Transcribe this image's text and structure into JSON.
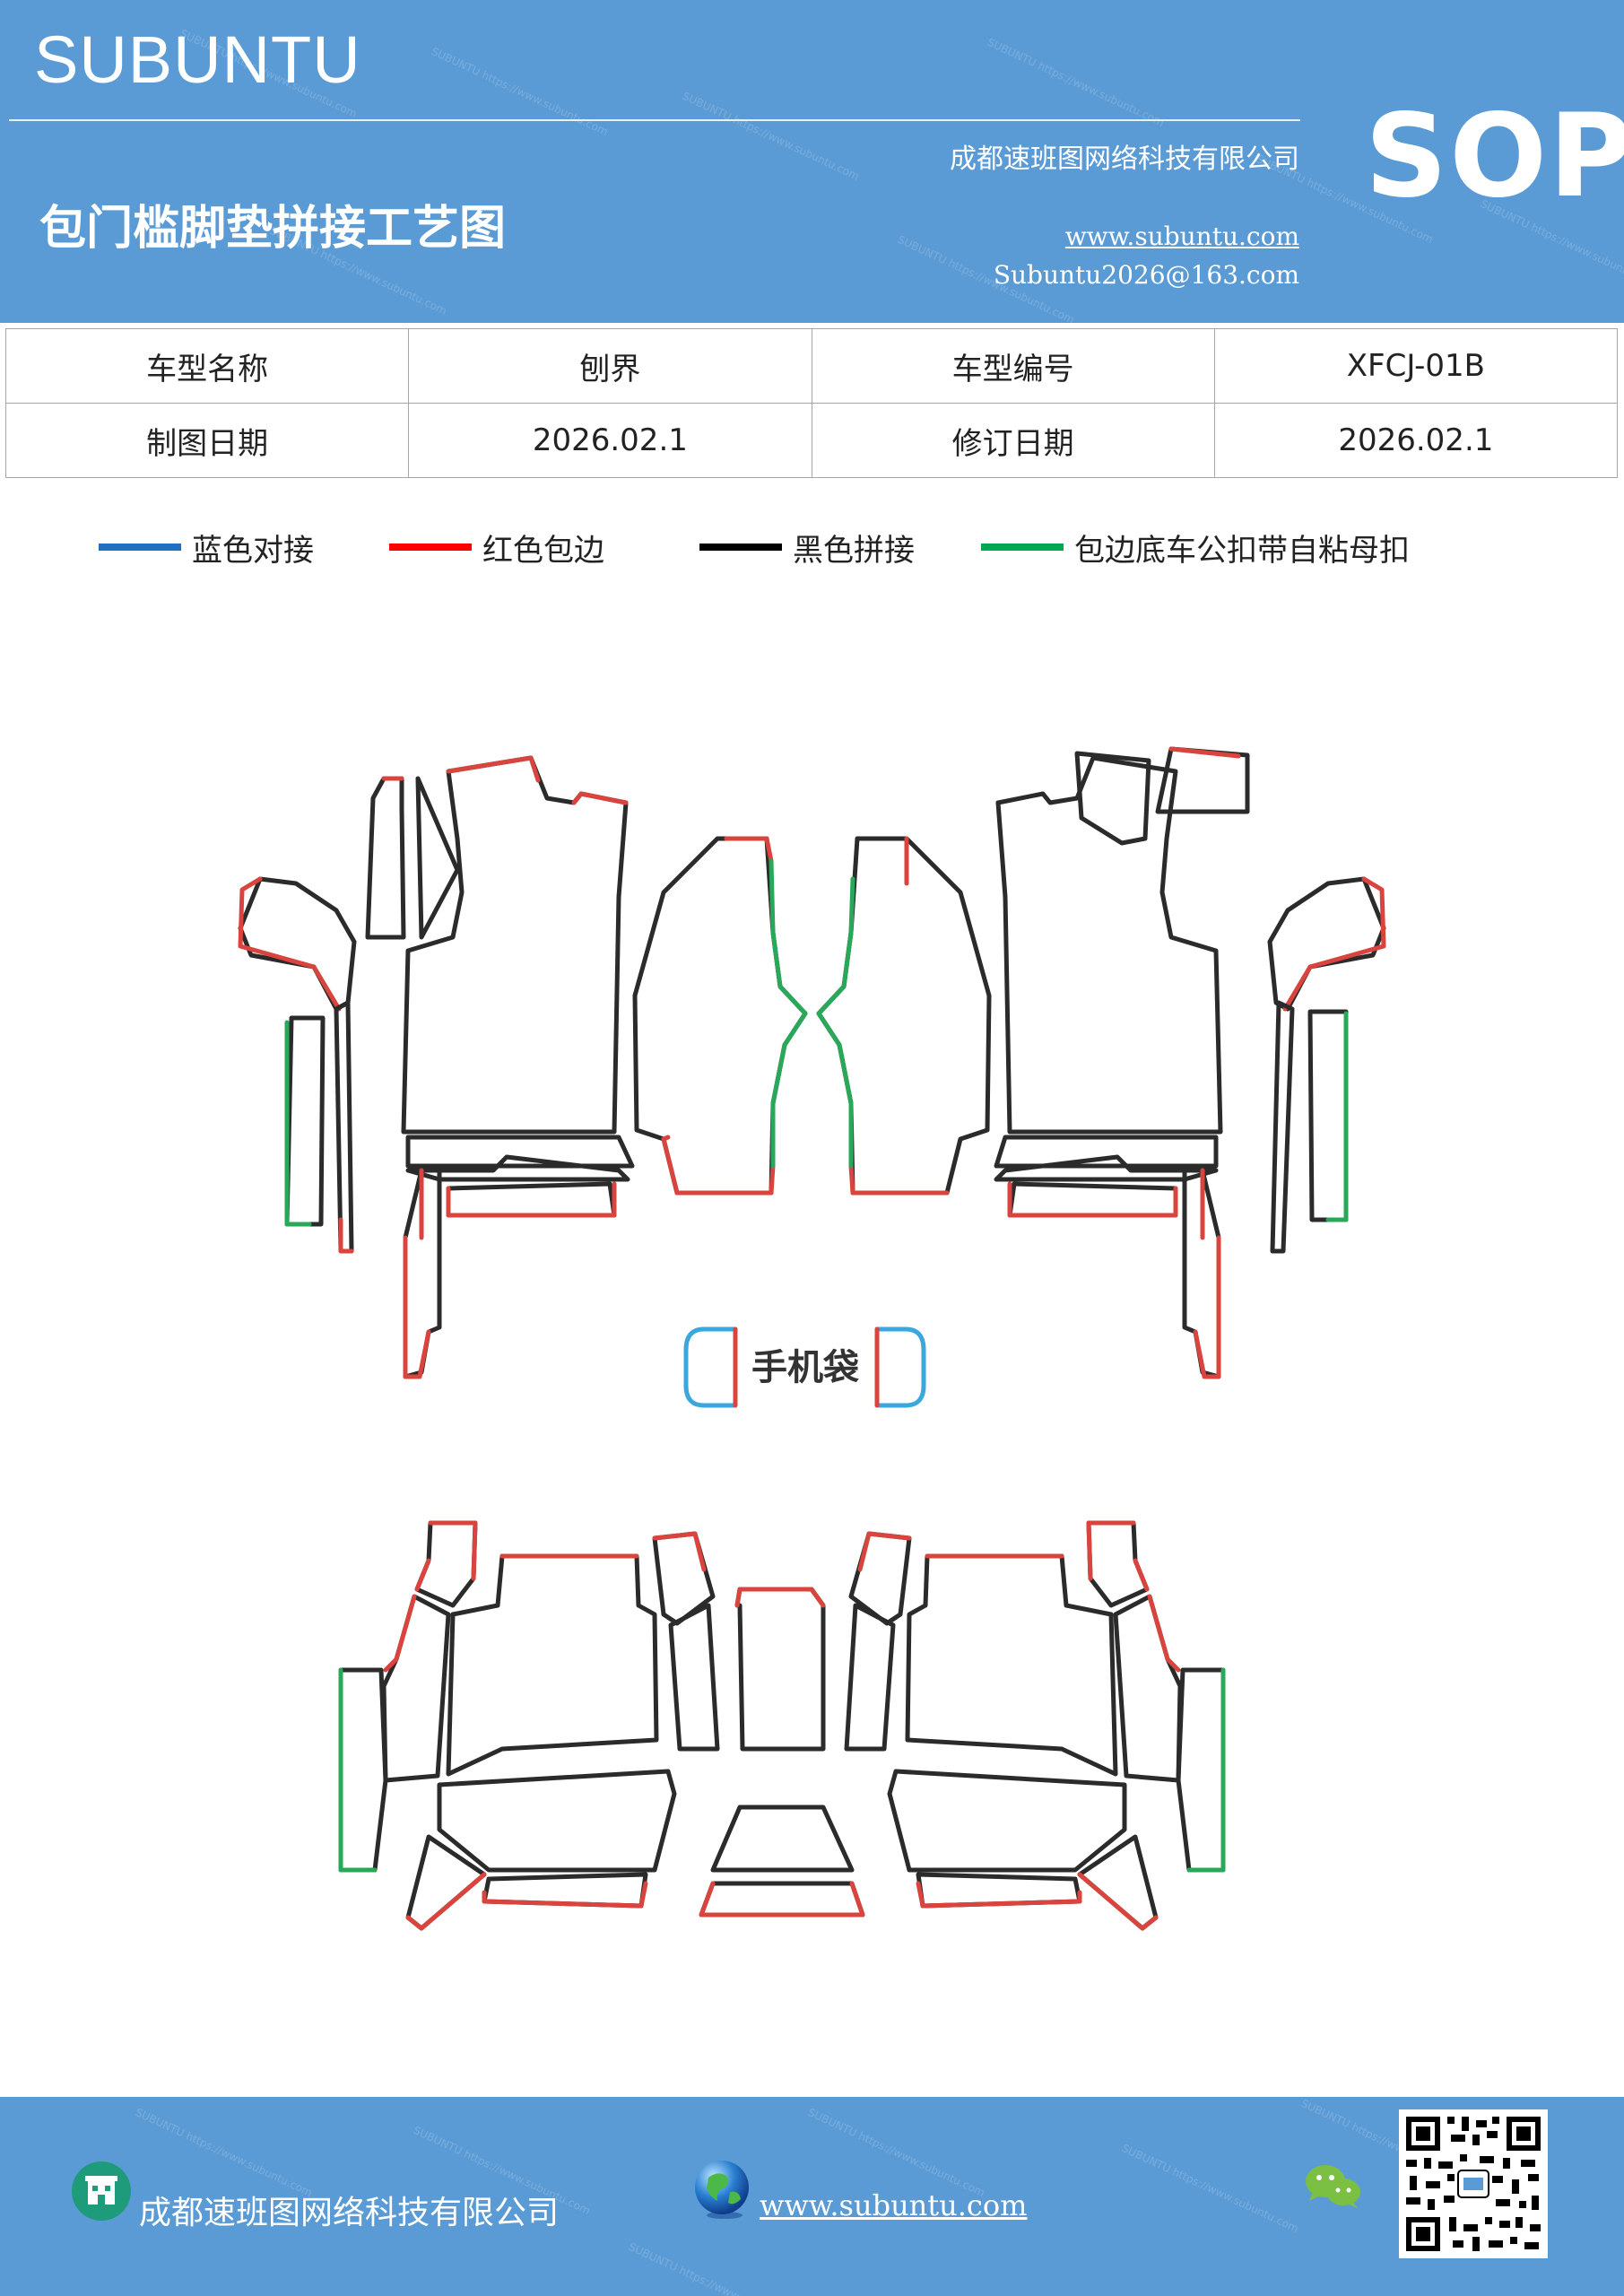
{
  "header": {
    "brand": "SUBUNTU",
    "title": "包门槛脚垫拼接工艺图",
    "company": "成都速班图网络科技有限公司",
    "website": "www.subuntu.com",
    "email": "Subuntu2026@163.com",
    "badge": "SOP"
  },
  "info": {
    "row1": {
      "label1": "车型名称",
      "value1": "刨界",
      "label2": "车型编号",
      "value2": "XFCJ-01B"
    },
    "row2": {
      "label1": "制图日期",
      "value1": "2026.02.1",
      "label2": "修订日期",
      "value2": "2026.02.1"
    }
  },
  "legend": [
    {
      "label": "蓝色对接",
      "color": "#1f6fbf"
    },
    {
      "label": "红色包边",
      "color": "#ff0000"
    },
    {
      "label": "黑色拼接",
      "color": "#000000"
    },
    {
      "label": "包边底车公扣带自粘母扣",
      "color": "#00a650"
    }
  ],
  "diagram": {
    "phone_pocket_label": "手机袋",
    "colors": {
      "outline": "#2b2b2b",
      "red": "#d9453e",
      "green": "#2aa85a",
      "blue": "#3aa7dd"
    }
  },
  "footer": {
    "company": "成都速班图网络科技有限公司",
    "website": "www.subuntu.com"
  },
  "icons": [
    "building-icon",
    "globe-icon",
    "wechat-icon",
    "qr-code"
  ]
}
